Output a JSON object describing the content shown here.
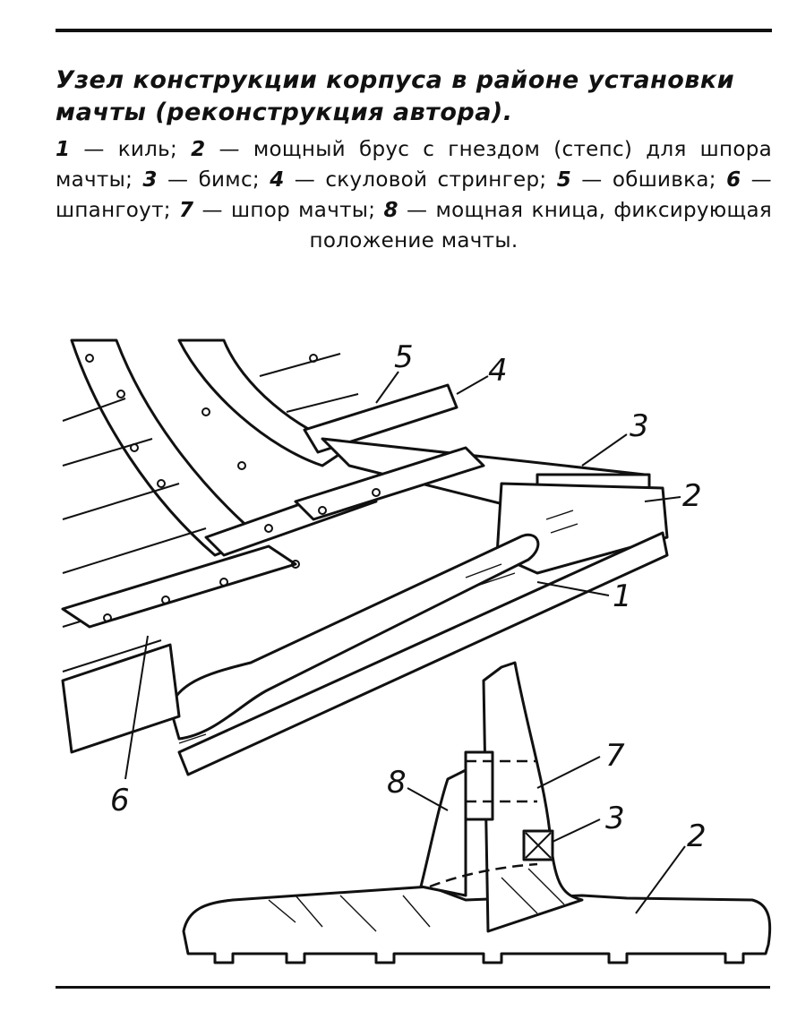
{
  "caption": {
    "title": "Узел конструкции корпуса в районе установки мачты (реконструкция автора).",
    "legend": [
      {
        "num": "1",
        "text": "киль;"
      },
      {
        "num": "2",
        "text": "мощный брус с гнездом (степс) для шпора мачты;"
      },
      {
        "num": "3",
        "text": "бимс;"
      },
      {
        "num": "4",
        "text": "скуловой стрингер;"
      },
      {
        "num": "5",
        "text": "обшивка;"
      },
      {
        "num": "6",
        "text": "шпангоут;"
      },
      {
        "num": "7",
        "text": "шпор мачты;"
      },
      {
        "num": "8",
        "text": "мощная кница, фиксирующая положение мачты."
      }
    ]
  },
  "figure": {
    "perspective_labels": [
      "5",
      "4",
      "3",
      "2",
      "1",
      "6"
    ],
    "section_labels": [
      "8",
      "7",
      "3",
      "2"
    ]
  }
}
